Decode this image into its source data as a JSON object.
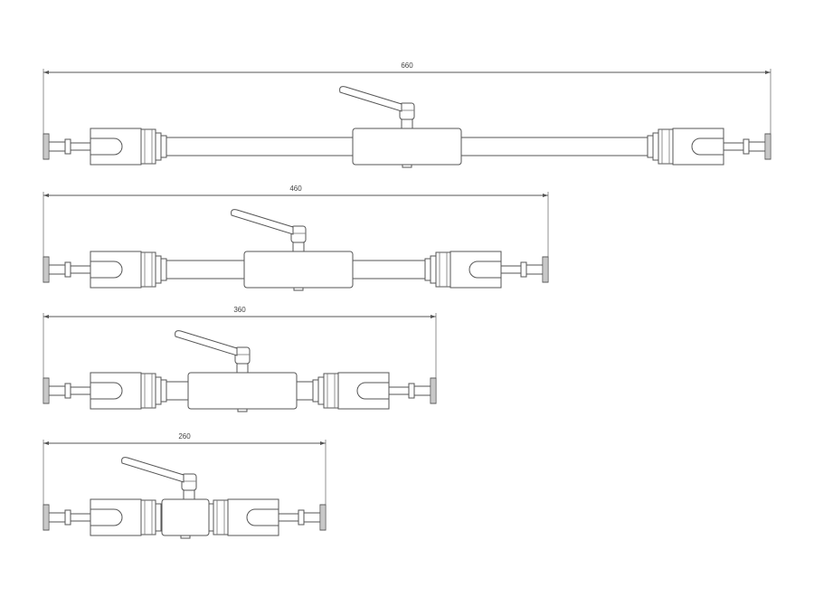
{
  "drawing": {
    "assemblies": [
      {
        "id": "a1",
        "dimension_label": "660",
        "colors": {
          "line": "#555555"
        }
      },
      {
        "id": "a2",
        "dimension_label": "460"
      },
      {
        "id": "a3",
        "dimension_label": "360"
      },
      {
        "id": "a4",
        "dimension_label": "260"
      }
    ]
  }
}
